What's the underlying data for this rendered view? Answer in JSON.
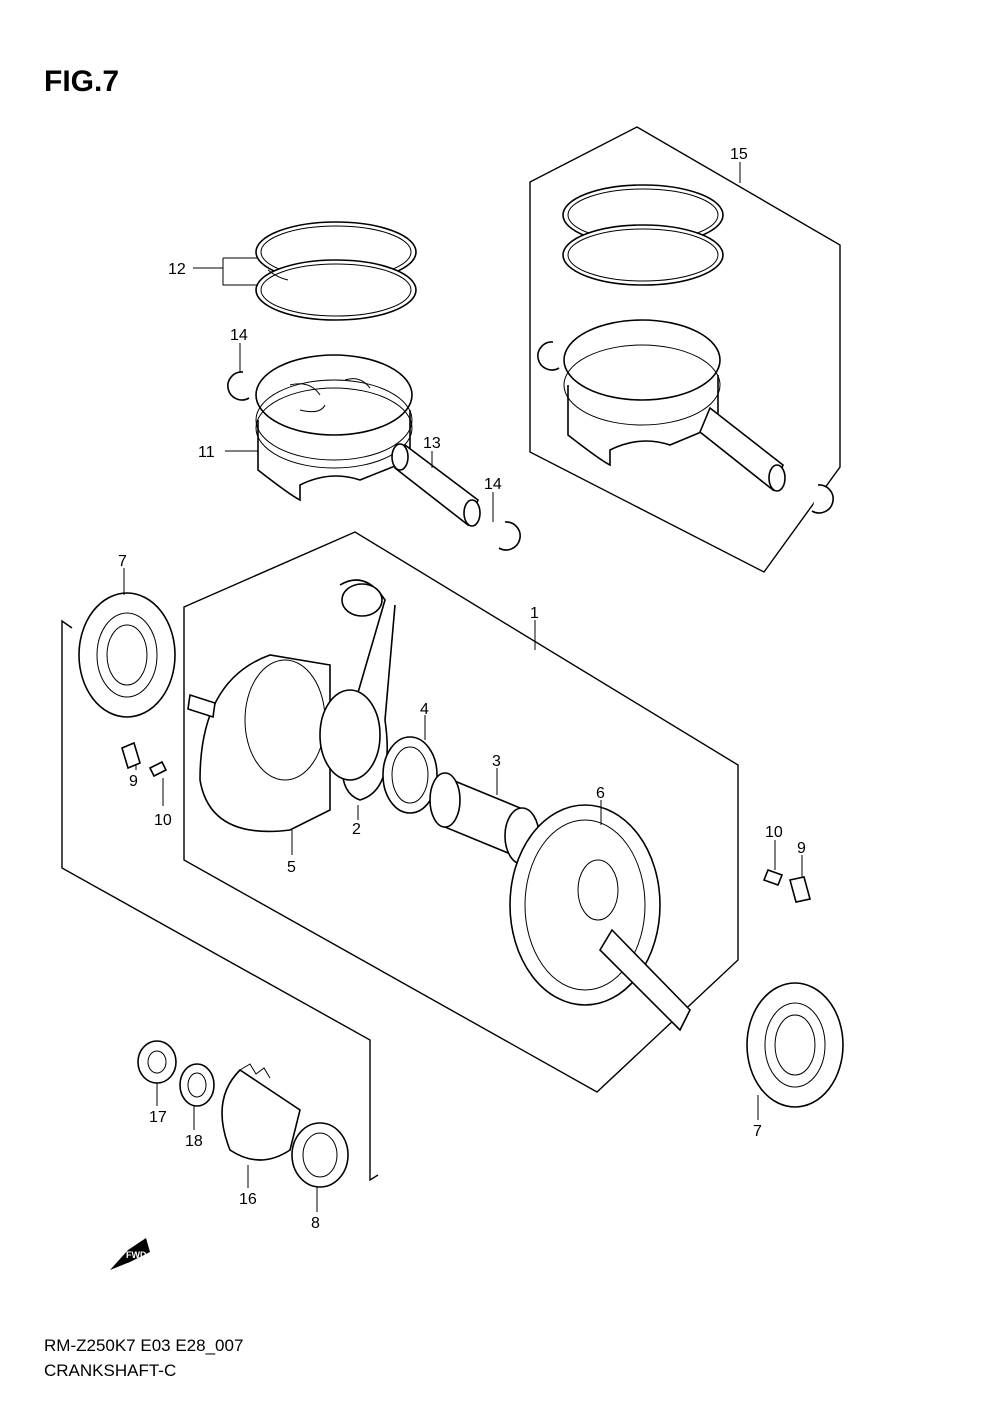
{
  "figure": {
    "title": "FIG.7",
    "model_code": "RM-Z250K7 E03 E28_007",
    "section_name": "CRANKSHAFT-C",
    "direction_label": "FWD"
  },
  "callouts": [
    {
      "id": "c1",
      "label": "1"
    },
    {
      "id": "c2",
      "label": "2"
    },
    {
      "id": "c3",
      "label": "3"
    },
    {
      "id": "c4",
      "label": "4"
    },
    {
      "id": "c5",
      "label": "5"
    },
    {
      "id": "c6",
      "label": "6"
    },
    {
      "id": "c7a",
      "label": "7"
    },
    {
      "id": "c7b",
      "label": "7"
    },
    {
      "id": "c8",
      "label": "8"
    },
    {
      "id": "c9a",
      "label": "9"
    },
    {
      "id": "c9b",
      "label": "9"
    },
    {
      "id": "c10a",
      "label": "10"
    },
    {
      "id": "c10b",
      "label": "10"
    },
    {
      "id": "c11",
      "label": "11"
    },
    {
      "id": "c12",
      "label": "12"
    },
    {
      "id": "c13",
      "label": "13"
    },
    {
      "id": "c14a",
      "label": "14"
    },
    {
      "id": "c14b",
      "label": "14"
    },
    {
      "id": "c15",
      "label": "15"
    },
    {
      "id": "c16",
      "label": "16"
    },
    {
      "id": "c17",
      "label": "17"
    },
    {
      "id": "c18",
      "label": "18"
    }
  ]
}
